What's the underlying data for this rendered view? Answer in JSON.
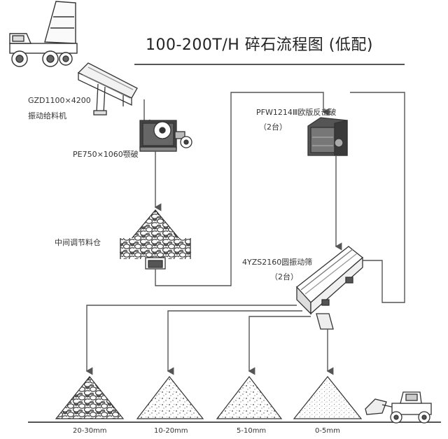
{
  "title": "100-200T/H  碎石流程图 (低配)",
  "equipment": {
    "feeder": {
      "model": "GZD1100×4200",
      "name": "振动给料机"
    },
    "jaw_crusher": {
      "label": "PE750×1060颚破"
    },
    "surge_bin": {
      "label": "中间调节料仓"
    },
    "impact_crusher": {
      "label": "PFW1214Ⅲ欧版反击破",
      "count": "（2台）"
    },
    "screen": {
      "label": "4YZS2160圆振动筛",
      "count": "（2台）"
    }
  },
  "products": [
    {
      "size": "20-30mm"
    },
    {
      "size": "10-20mm"
    },
    {
      "size": "5-10mm"
    },
    {
      "size": "0-5mm"
    }
  ],
  "colors": {
    "line": "#555555",
    "ink": "#222222",
    "fill_light": "#f4f4f4"
  },
  "icons": [
    "dump-truck-icon",
    "wheel-loader-icon"
  ]
}
